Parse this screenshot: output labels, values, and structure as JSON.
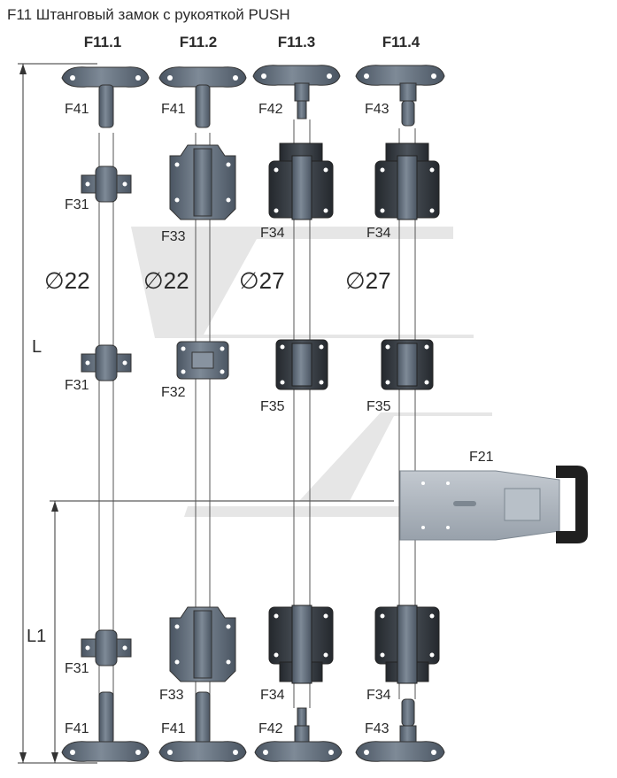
{
  "title": "F11 Штанговый замок с рукояткой PUSH",
  "columns": [
    "F11.1",
    "F11.2",
    "F11.3",
    "F11.4"
  ],
  "diameters": {
    "c1": "∅22",
    "c2": "∅22",
    "c3": "∅27",
    "c4": "∅27"
  },
  "dimensions": {
    "total": "L",
    "partial": "L1"
  },
  "parts": {
    "c1_top": "F41",
    "c2_top": "F41",
    "c3_top": "F42",
    "c4_top": "F43",
    "c1_upper": "F31",
    "c2_upper": "F33",
    "c3_upper": "F34",
    "c4_upper": "F34",
    "c1_mid": "F31",
    "c2_mid": "F32",
    "c3_mid": "F35",
    "c4_mid": "F35",
    "handle": "F21",
    "c1_lower": "F31",
    "c2_lower": "F33",
    "c3_lower": "F34",
    "c4_lower": "F34",
    "c1_bottom": "F41",
    "c2_bottom": "F41",
    "c3_bottom": "F42",
    "c4_bottom": "F43"
  },
  "colors": {
    "metal": "#5f6b78",
    "metal_dark": "#3b444e",
    "black_part": "#2f3338",
    "watermark": "#e4e4e4",
    "handle_plate": "#aab2bc",
    "handle_grip": "#1f1f1f"
  }
}
